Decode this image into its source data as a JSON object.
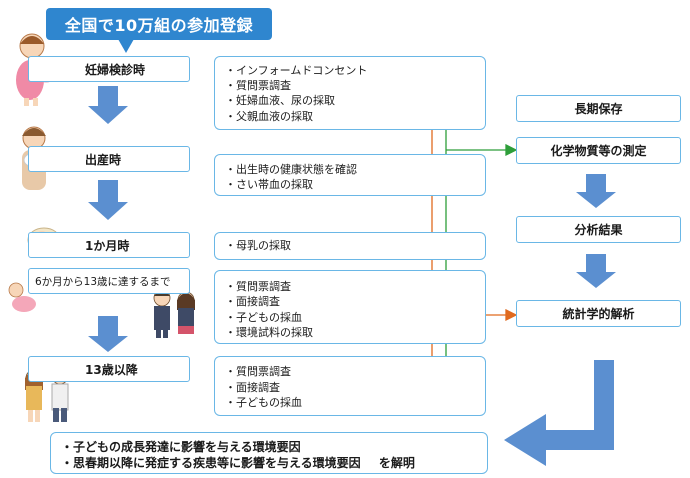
{
  "banner": "全国で10万組の参加登録",
  "stages": [
    "妊婦検診時",
    "出産時",
    "1か月時",
    "6か月から13歳に達するまで",
    "13歳以降"
  ],
  "groups": [
    [
      "・インフォームドコンセント",
      "・質問票調査",
      "・妊婦血液、尿の採取",
      "・父親血液の採取"
    ],
    [
      "・出生時の健康状態を確認",
      "・さい帯血の採取"
    ],
    [
      "・母乳の採取"
    ],
    [
      "・質問票調査",
      "・面接調査",
      "・子どもの採血",
      "・環境試料の採取"
    ],
    [
      "・質問票調査",
      "・面接調査",
      "・子どもの採血"
    ]
  ],
  "right_boxes": {
    "storage": "長期保存",
    "measure": "化学物質等の測定",
    "result": "分析結果",
    "stats": "統計学的解析"
  },
  "conclusion": {
    "line1": "・子どもの成長発達に影響を与える環境要因",
    "line2": "・思春期以降に発症する疾患等に影響を与える環境要因",
    "suffix": "を解明"
  },
  "colors": {
    "banner": "#2f86cf",
    "box_border": "#6ab7e6",
    "arrow_blue": "#5b8fd0",
    "orange_line": "#e06a1f",
    "green_line": "#2e9e3a"
  }
}
